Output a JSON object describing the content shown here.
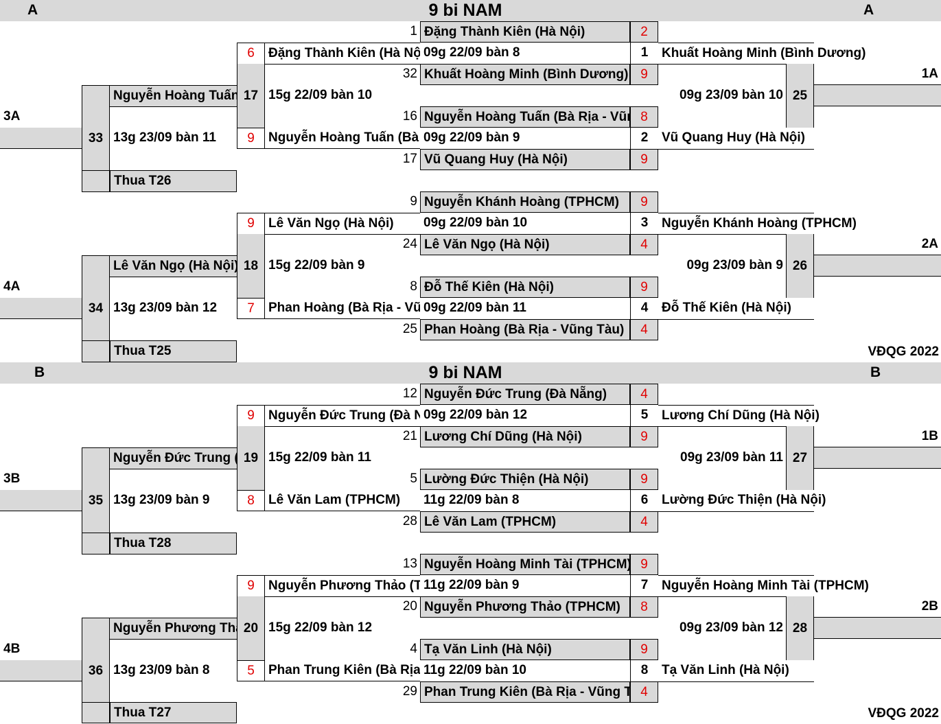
{
  "sectionA": {
    "title": "9 bi NAM",
    "left_letter": "A",
    "right_letter": "A",
    "footer": "VĐQG 2022",
    "groups": [
      {
        "seeds": [
          "1",
          "32",
          "16",
          "17"
        ],
        "players": [
          "Đặng Thành Kiên (Hà Nội)",
          "Khuất Hoàng Minh (Bình Dương)",
          "Nguyễn Hoàng Tuấn (Bà Rịa - Vũng Tàu)",
          "Vũ Quang Huy (Hà Nội)"
        ],
        "scores": [
          "2",
          "9",
          "8",
          "9"
        ],
        "match_times": [
          "09g 22/09 bàn 8",
          "09g 22/09 bàn 9"
        ],
        "winner_nums": [
          "1",
          "2"
        ],
        "winners": [
          "Khuất Hoàng Minh (Bình Dương)",
          "Vũ Quang Huy (Hà Nội)"
        ],
        "win_match_time": "09g 23/09 bàn 10",
        "win_match_no": "25",
        "qual_label": "1A",
        "losers": [
          "Đặng Thành Kiên (Hà Nội)",
          "Nguyễn Hoàng Tuấn (Bà Rịa - Vũng Tàu)"
        ],
        "loser_scores": [
          "6",
          "9"
        ],
        "lose_match_no": "17",
        "lose_match_time": "15g 22/09 bàn 10",
        "third": {
          "top": "Nguyễn Hoàng Tuấn (Bà Rịa - Vũng Tàu)",
          "no": "33",
          "time": "13g 23/09 bàn 11",
          "bottom": "Thua T26",
          "label": "3A"
        }
      },
      {
        "seeds": [
          "9",
          "24",
          "8",
          "25"
        ],
        "players": [
          "Nguyễn Khánh Hoàng (TPHCM)",
          "Lê Văn Ngọ (Hà Nội)",
          "Đỗ Thế Kiên (Hà Nội)",
          "Phan Hoàng (Bà Rịa - Vũng Tàu)"
        ],
        "scores": [
          "9",
          "4",
          "9",
          "4"
        ],
        "match_times": [
          "09g 22/09 bàn 10",
          "09g 22/09 bàn 11"
        ],
        "winner_nums": [
          "3",
          "4"
        ],
        "winners": [
          "Nguyễn Khánh Hoàng (TPHCM)",
          "Đỗ Thế Kiên (Hà Nội)"
        ],
        "win_match_time": "09g 23/09 bàn 9",
        "win_match_no": "26",
        "qual_label": "2A",
        "losers": [
          "Lê Văn Ngọ (Hà Nội)",
          "Phan Hoàng (Bà Rịa - Vũng Tàu)"
        ],
        "loser_scores": [
          "9",
          "7"
        ],
        "lose_match_no": "18",
        "lose_match_time": "15g 22/09 bàn 9",
        "third": {
          "top": "Lê Văn Ngọ (Hà Nội)",
          "no": "34",
          "time": "13g 23/09 bàn 12",
          "bottom": "Thua T25",
          "label": "4A"
        }
      }
    ]
  },
  "sectionB": {
    "title": "9 bi NAM",
    "left_letter": "B",
    "right_letter": "B",
    "footer": "VĐQG 2022",
    "groups": [
      {
        "seeds": [
          "12",
          "21",
          "5",
          "28"
        ],
        "players": [
          "Nguyễn Đức Trung (Đà Nẵng)",
          "Lương Chí Dũng (Hà Nội)",
          "Lường Đức Thiện (Hà Nội)",
          "Lê Văn Lam (TPHCM)"
        ],
        "scores": [
          "4",
          "9",
          "9",
          "4"
        ],
        "match_times": [
          "09g 22/09 bàn 12",
          "11g 22/09 bàn 8"
        ],
        "winner_nums": [
          "5",
          "6"
        ],
        "winners": [
          "Lương Chí Dũng (Hà Nội)",
          "Lường Đức Thiện (Hà Nội)"
        ],
        "win_match_time": "09g 23/09 bàn 11",
        "win_match_no": "27",
        "qual_label": "1B",
        "losers": [
          "Nguyễn Đức Trung (Đà Nẵng)",
          "Lê Văn Lam (TPHCM)"
        ],
        "loser_scores": [
          "9",
          "8"
        ],
        "lose_match_no": "19",
        "lose_match_time": "15g 22/09 bàn 11",
        "third": {
          "top": "Nguyễn Đức Trung (Đà Nẵng)",
          "no": "35",
          "time": "13g 23/09 bàn 9",
          "bottom": "Thua T28",
          "label": "3B"
        }
      },
      {
        "seeds": [
          "13",
          "20",
          "4",
          "29"
        ],
        "players": [
          "Nguyễn Hoàng Minh Tài (TPHCM)",
          "Nguyễn Phương Thảo (TPHCM)",
          "Tạ Văn Linh (Hà Nội)",
          "Phan Trung Kiên (Bà Rịa - Vũng Tàu)"
        ],
        "scores": [
          "9",
          "8",
          "9",
          "4"
        ],
        "match_times": [
          "11g 22/09 bàn 9",
          "11g 22/09 bàn 10"
        ],
        "winner_nums": [
          "7",
          "8"
        ],
        "winners": [
          "Nguyễn Hoàng Minh Tài (TPHCM)",
          "Tạ Văn Linh (Hà Nội)"
        ],
        "win_match_time": "09g 23/09 bàn 12",
        "win_match_no": "28",
        "qual_label": "2B",
        "losers": [
          "Nguyễn Phương Thảo (TPHCM)",
          "Phan Trung Kiên (Bà Rịa - Vũng Tàu)"
        ],
        "loser_scores": [
          "9",
          "5"
        ],
        "lose_match_no": "20",
        "lose_match_time": "15g 22/09 bàn 12",
        "third": {
          "top": "Nguyễn Phương Thảo (TPHCM)",
          "no": "36",
          "time": "13g 23/09 bàn 8",
          "bottom": "Thua T27",
          "label": "4B"
        }
      }
    ]
  }
}
